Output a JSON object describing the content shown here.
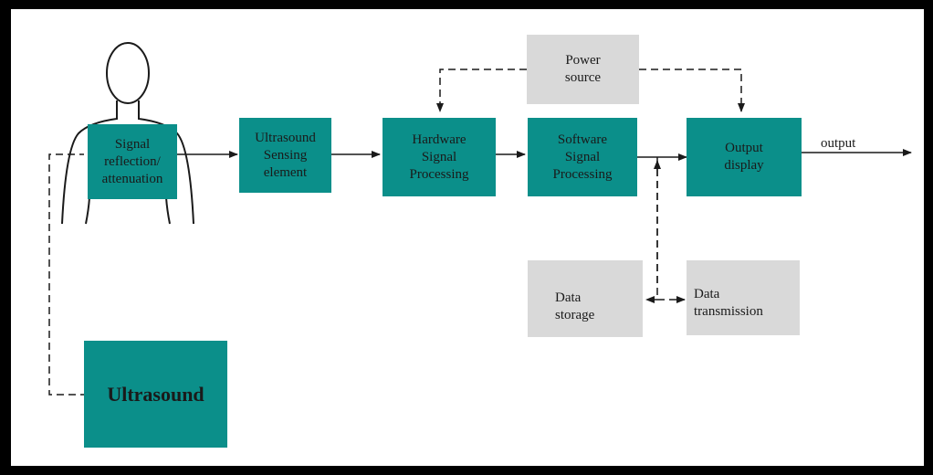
{
  "diagram": {
    "nodes": {
      "signal_reflection": "Signal\nreflection/\nattenuation",
      "ultrasound_sensing": "Ultrasound\nSensing\nelement",
      "hardware_processing": "Hardware\nSignal\nProcessing",
      "software_processing": "Software\nSignal\nProcessing",
      "output_display": "Output\ndisplay",
      "power_source": "Power\nsource",
      "data_storage": "Data\nstorage",
      "data_transmission": "Data\ntransmission",
      "ultrasound": "Ultrasound"
    },
    "output_label": "output",
    "colors": {
      "process_box": "#0b8f8a",
      "support_box": "#d9d9d9",
      "line": "#1a1a1a"
    }
  }
}
